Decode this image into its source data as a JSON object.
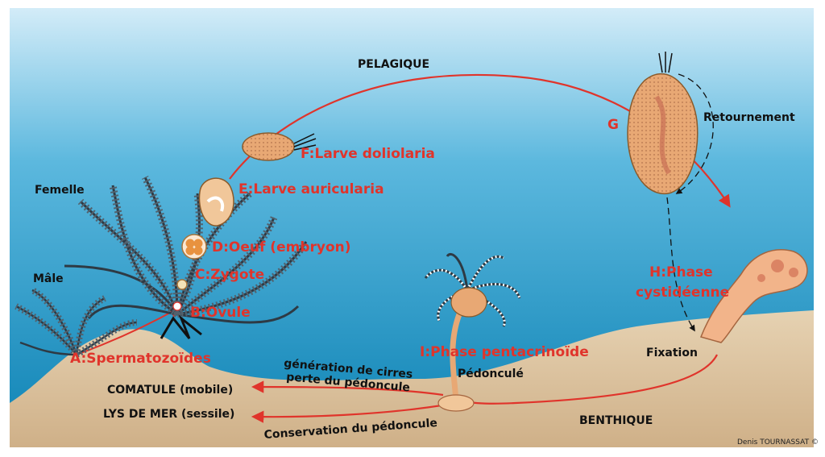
{
  "labels": {
    "pelagique": "PELAGIQUE",
    "benthique": "BENTHIQUE",
    "femelle": "Femelle",
    "male": "Mâle",
    "stage_a": "A:Spermatozoïdes",
    "stage_b": "B:Ovule",
    "stage_c": "C:Zygote",
    "stage_d": "D:Oeuf (embryon)",
    "stage_e": "E:Larve auricularia",
    "stage_f": "F:Larve doliolaria",
    "stage_g": "G",
    "stage_h_line1": "H:Phase",
    "stage_h_line2": "cystidéenne",
    "stage_i": "I:Phase pentacrinoïde",
    "retournement": "Retournement",
    "fixation": "Fixation",
    "pedoncule": "Pédonculé",
    "generation_line1": "génération de cirres",
    "generation_line2": "perte du pédoncule",
    "conservation": "Conservation du pédoncule",
    "comatule": "COMATULE (mobile)",
    "lys_de_mer": "LYS DE MER (sessile)",
    "credit": "Denis TOURNASSAT ©"
  },
  "colors": {
    "arrow": "#e0342b",
    "text_red": "#e0342b",
    "water_top": "#cfe9f6",
    "water_bottom": "#0f86b8",
    "sand": "#d9bf9a",
    "larva": "#e8a874",
    "crinoid": "#3a4a58"
  }
}
